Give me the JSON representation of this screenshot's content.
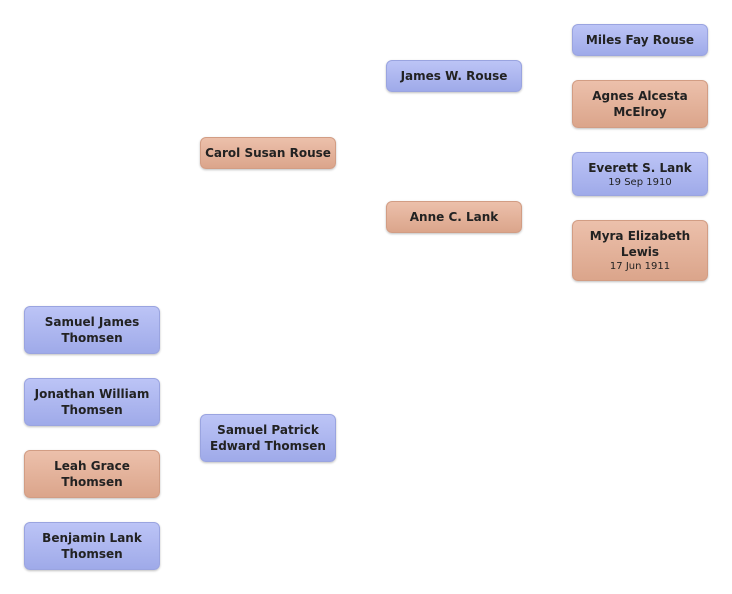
{
  "people": {
    "miles_fay_rouse": {
      "name": "Miles Fay  Rouse",
      "gender": "male"
    },
    "agnes_alcesta_mcelroy": {
      "name": "Agnes Alcesta\nMcElroy",
      "gender": "female"
    },
    "everett_s_lank": {
      "name": "Everett S.  Lank",
      "date": "19 Sep 1910",
      "gender": "male"
    },
    "myra_elizabeth_lewis": {
      "name": "Myra Elizabeth\nLewis",
      "date": "17 Jun 1911",
      "gender": "female"
    },
    "james_w_rouse": {
      "name": "James W.  Rouse",
      "gender": "male"
    },
    "anne_c_lank": {
      "name": "Anne C.  Lank",
      "gender": "female"
    },
    "carol_susan_rouse": {
      "name": "Carol Susan  Rouse",
      "gender": "female"
    },
    "samuel_patrick_edward_thomsen": {
      "name": "Samuel Patrick\nEdward  Thomsen",
      "gender": "male"
    },
    "samuel_james_thomsen": {
      "name": "Samuel James\nThomsen",
      "gender": "male"
    },
    "jonathan_william_thomsen": {
      "name": "Jonathan William\nThomsen",
      "gender": "male"
    },
    "leah_grace_thomsen": {
      "name": "Leah Grace\nThomsen",
      "gender": "female"
    },
    "benjamin_lank_thomsen": {
      "name": "Benjamin Lank\nThomsen",
      "gender": "male"
    }
  },
  "colors": {
    "male_fill": "#a9b3ee",
    "female_fill": "#e2b09a"
  }
}
